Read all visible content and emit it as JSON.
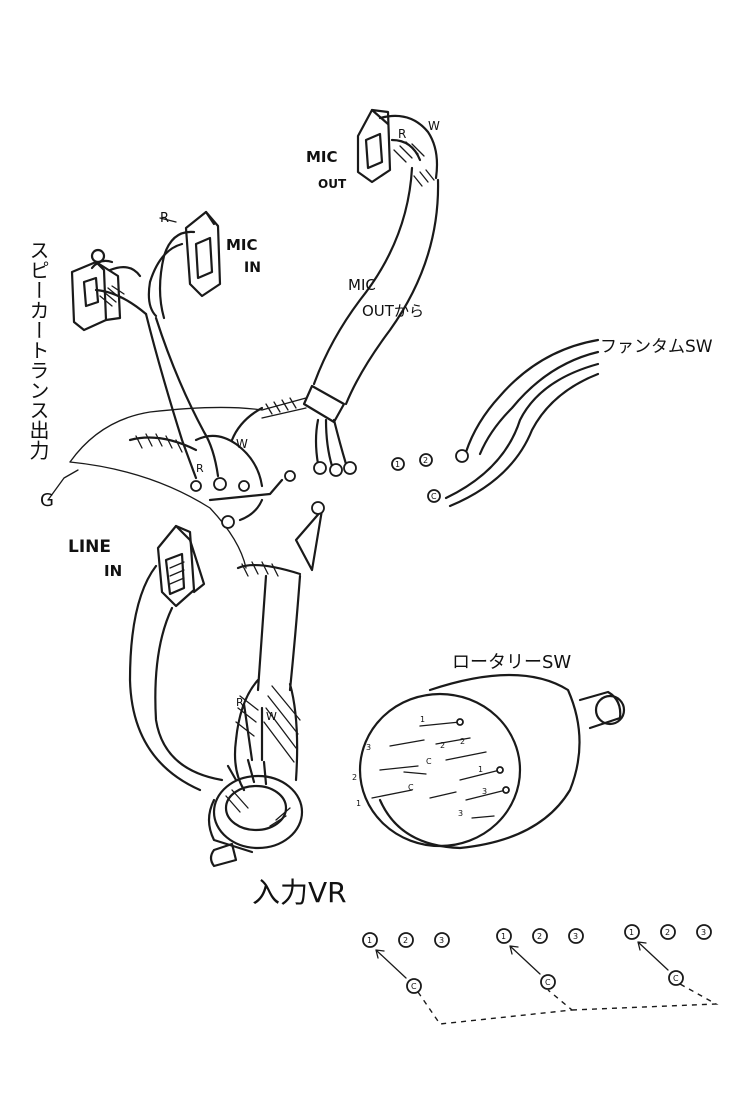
{
  "labels": {
    "speaker_out": "スピーカートランス出力",
    "mic_in_1": "MIC",
    "mic_in_2": "IN",
    "mic_out_1": "MIC",
    "mic_out_2": "OUT",
    "mic_out_from_1": "MIC",
    "mic_out_from_2": "OUTから",
    "phantom_sw": "ファンタムSW",
    "line_in_1": "LINE",
    "line_in_2": "IN",
    "rotary_sw": "ロータリーSW",
    "input_vr": "入力VR",
    "ground": "G"
  },
  "wire_marks": {
    "r": "R",
    "w": "W",
    "c": "C"
  },
  "pin_numbers": [
    "1",
    "2",
    "3"
  ],
  "rotary_pins": [
    "1",
    "2",
    "3",
    "C",
    "C",
    "1",
    "2",
    "3",
    "1",
    "2",
    "3"
  ],
  "terminal_groups": [
    {
      "terminals": [
        "1",
        "2",
        "3"
      ],
      "common": "C"
    },
    {
      "terminals": [
        "1",
        "2",
        "3"
      ],
      "common": "C"
    },
    {
      "terminals": [
        "1",
        "2",
        "3"
      ],
      "common": "C"
    }
  ]
}
